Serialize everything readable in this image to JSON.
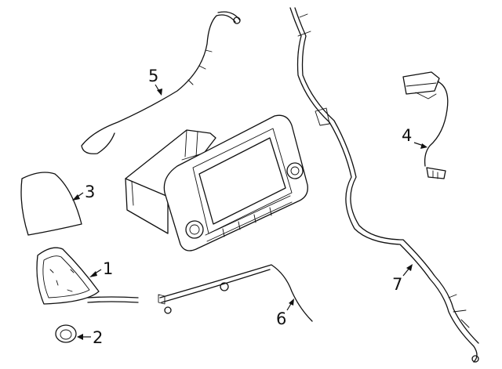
{
  "callouts": [
    {
      "id": "part-1",
      "label": "1"
    },
    {
      "id": "part-2",
      "label": "2"
    },
    {
      "id": "part-3",
      "label": "3"
    },
    {
      "id": "part-4",
      "label": "4"
    },
    {
      "id": "part-5",
      "label": "5"
    },
    {
      "id": "part-6",
      "label": "6"
    },
    {
      "id": "part-7",
      "label": "7"
    }
  ],
  "colors": {
    "line": "#111111",
    "background": "#ffffff"
  }
}
